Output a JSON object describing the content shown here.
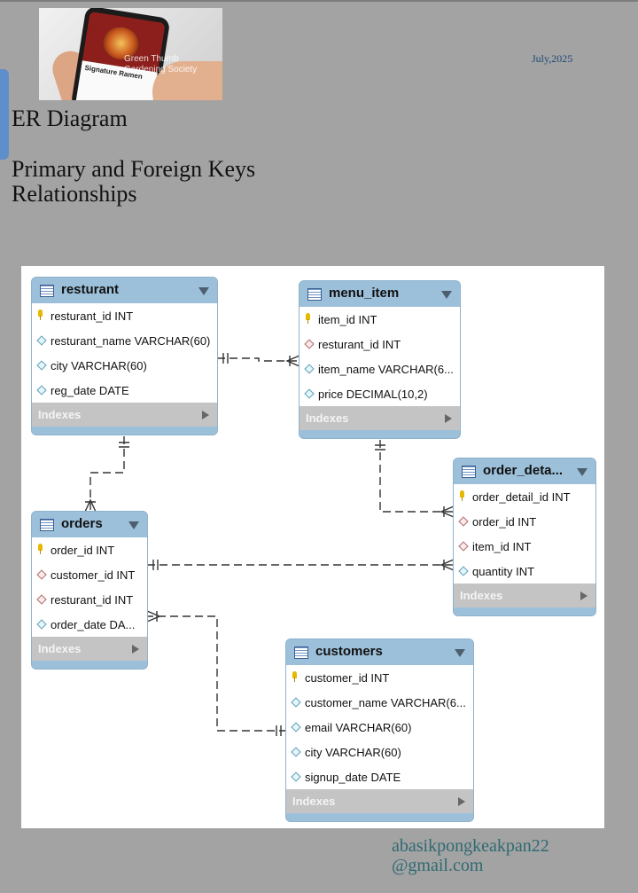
{
  "header": {
    "date": "July,2025",
    "title": "ER Diagram",
    "subtitle_line1": "Primary and Foreign Keys",
    "subtitle_line2": "Relationships"
  },
  "hero_image": {
    "phone_title": "Signature Ramen",
    "watermark_line1": "Green Thumb",
    "watermark_line2": "Gardening Society"
  },
  "footer": {
    "email_line1": "abasikpongkeakpan22",
    "email_line2": "@gmail.com"
  },
  "colors": {
    "background": "#a3a3a3",
    "table_header": "#9dc0da",
    "indexes_bar": "#c4c4c4",
    "connector": "#333333",
    "email": "#2f6a72"
  },
  "tables": {
    "resturant": {
      "name": "resturant",
      "columns": [
        {
          "text": "resturant_id INT",
          "kind": "pk"
        },
        {
          "text": "resturant_name VARCHAR(60)",
          "kind": "attr"
        },
        {
          "text": "city VARCHAR(60)",
          "kind": "attr"
        },
        {
          "text": "reg_date DATE",
          "kind": "attr"
        }
      ],
      "indexes": "Indexes"
    },
    "menu_item": {
      "name": "menu_item",
      "columns": [
        {
          "text": "item_id INT",
          "kind": "pk"
        },
        {
          "text": "resturant_id INT",
          "kind": "fk"
        },
        {
          "text": "item_name VARCHAR(6...",
          "kind": "attr"
        },
        {
          "text": "price DECIMAL(10,2)",
          "kind": "attr"
        }
      ],
      "indexes": "Indexes"
    },
    "order_details": {
      "name": "order_deta...",
      "columns": [
        {
          "text": "order_detail_id INT",
          "kind": "pk"
        },
        {
          "text": "order_id INT",
          "kind": "fk"
        },
        {
          "text": "item_id INT",
          "kind": "fk"
        },
        {
          "text": "quantity INT",
          "kind": "attr"
        }
      ],
      "indexes": "Indexes"
    },
    "orders": {
      "name": "orders",
      "columns": [
        {
          "text": "order_id INT",
          "kind": "pk"
        },
        {
          "text": "customer_id INT",
          "kind": "fk"
        },
        {
          "text": "resturant_id INT",
          "kind": "fk"
        },
        {
          "text": "order_date DA...",
          "kind": "attr"
        }
      ],
      "indexes": "Indexes"
    },
    "customers": {
      "name": "customers",
      "columns": [
        {
          "text": "customer_id INT",
          "kind": "pk"
        },
        {
          "text": "customer_name VARCHAR(6...",
          "kind": "attr"
        },
        {
          "text": "email VARCHAR(60)",
          "kind": "attr"
        },
        {
          "text": "city VARCHAR(60)",
          "kind": "attr"
        },
        {
          "text": "signup_date DATE",
          "kind": "attr"
        }
      ],
      "indexes": "Indexes"
    }
  },
  "relationships": [
    {
      "from": "resturant",
      "to": "menu_item",
      "cardinality": "one-to-many"
    },
    {
      "from": "resturant",
      "to": "orders",
      "cardinality": "one-to-many"
    },
    {
      "from": "menu_item",
      "to": "order_details",
      "cardinality": "one-to-many"
    },
    {
      "from": "orders",
      "to": "order_details",
      "cardinality": "one-to-many"
    },
    {
      "from": "customers",
      "to": "orders",
      "cardinality": "one-to-many"
    }
  ]
}
